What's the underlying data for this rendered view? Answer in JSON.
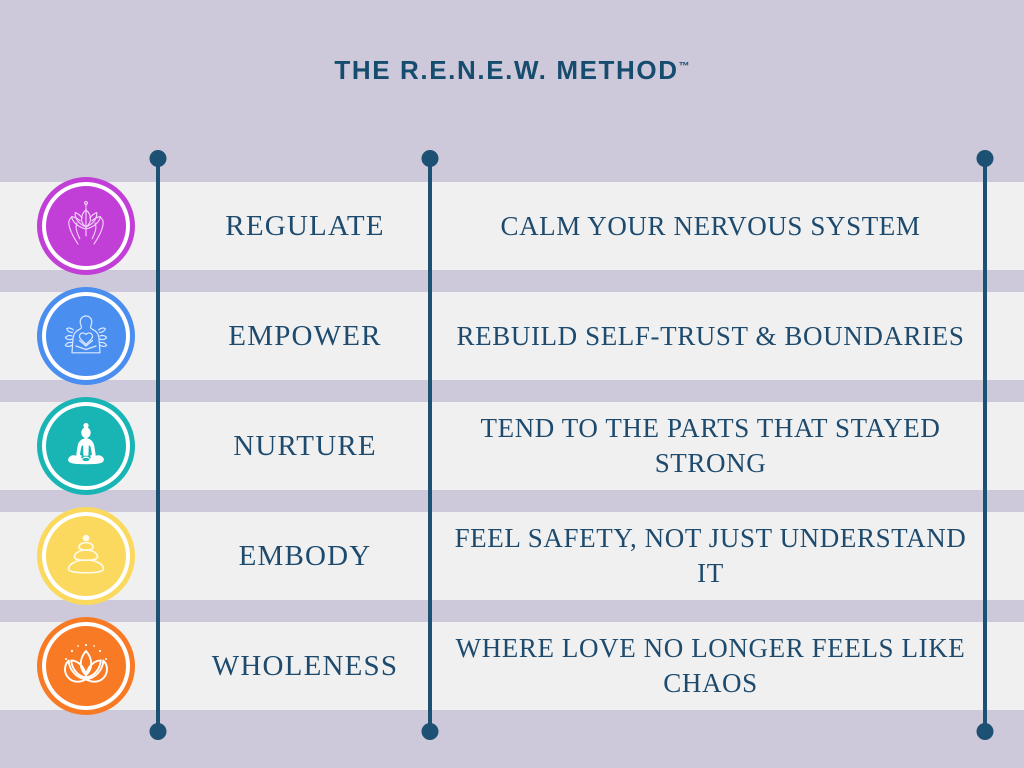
{
  "header": {
    "title": "THE R.E.N.E.W. METHOD",
    "trademark": "™"
  },
  "colors": {
    "background": "#cdc8da",
    "row_stripe": "#f0f0f0",
    "text_navy": "#1d4a6d",
    "title_navy": "#164c6e",
    "line_navy": "#1d5173"
  },
  "rows": [
    {
      "letter": "R",
      "keyword": "REGULATE",
      "description": "CALM YOUR NERVOUS SYSTEM",
      "icon_name": "hands-holding-lotus-icon",
      "badge_color": "#c13fd6"
    },
    {
      "letter": "E",
      "keyword": "EMPOWER",
      "description": "REBUILD SELF-TRUST & BOUNDARIES",
      "icon_name": "figure-with-heart-and-leaves-icon",
      "badge_color": "#4a8ef0"
    },
    {
      "letter": "N",
      "keyword": "NURTURE",
      "description": "TEND TO THE PARTS THAT STAYED STRONG",
      "icon_name": "meditating-figure-icon",
      "badge_color": "#19b5b5"
    },
    {
      "letter": "E",
      "keyword": "EMBODY",
      "description": "FEEL SAFETY, NOT JUST UNDERSTAND IT",
      "icon_name": "stacked-stones-icon",
      "badge_color": "#fbd95e"
    },
    {
      "letter": "W",
      "keyword": "WHOLENESS",
      "description": "WHERE LOVE NO LONGER FEELS LIKE CHAOS",
      "icon_name": "lotus-flower-icon",
      "badge_color": "#f97a24"
    }
  ],
  "dividers": [
    {
      "name": "divider-line-left"
    },
    {
      "name": "divider-line-middle"
    },
    {
      "name": "divider-line-right"
    }
  ]
}
